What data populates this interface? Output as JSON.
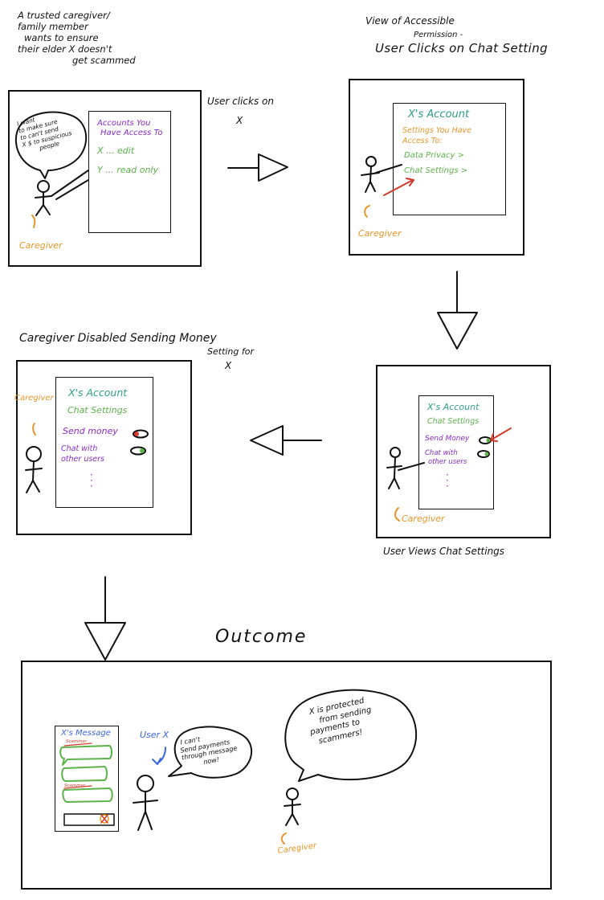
{
  "panel1": {
    "caption": [
      "A trusted caregiver/",
      "family member",
      "wants to ensure",
      "their elder X doesn't",
      "get scammed"
    ],
    "bubble": [
      "I want",
      "to make sure",
      "to can't send",
      "X $ to suspicious",
      "people"
    ],
    "screen_title": [
      "Accounts You",
      "Have Access To"
    ],
    "row_x": "X ... edit",
    "row_y": "Y ... read only",
    "label": "Caregiver"
  },
  "arrow1_label": [
    "User clicks on",
    "X"
  ],
  "panel2": {
    "caption": [
      "View of Accessible",
      "Permission -",
      "User Clicks on Chat Setting"
    ],
    "screen_title": "X's Account",
    "subtitle": [
      "Settings You Have",
      "Access To:"
    ],
    "item1": "Data Privacy >",
    "item2": "Chat Settings >",
    "label": "Caregiver"
  },
  "panel3": {
    "screen_title": "X's Account",
    "subtitle": "Chat Settings",
    "item1": "Send Money",
    "item2": [
      "Chat with",
      "other users"
    ],
    "ellipsis": ":",
    "label": "Caregiver",
    "caption": "User Views Chat Settings"
  },
  "panel4": {
    "caption": [
      "Caregiver Disabled Sending Money",
      "Setting for",
      "X"
    ],
    "screen_title": "X's Account",
    "subtitle": "Chat Settings",
    "item1": "Send money",
    "item2": [
      "Chat with",
      "other users"
    ],
    "ellipsis": ":",
    "label": "Caregiver"
  },
  "outcome": {
    "title": "Outcome",
    "phone_title": "X's Message",
    "scammer_label_1": "Scammer",
    "scammer_label_2": "Scammer",
    "user_label": "User X",
    "user_bubble": [
      "I can't",
      "Send payments",
      "through message",
      "now!"
    ],
    "caregiver_bubble": [
      "X is protected",
      "from sending",
      "payments to",
      "scammers!"
    ],
    "caregiver_label": "Caregiver"
  },
  "colors": {
    "teal": "#2f9e8a",
    "orange": "#e8962a",
    "green": "#5cb34a",
    "purple": "#8a2bc7",
    "blue": "#3b67e0",
    "red": "#d23b2a"
  }
}
